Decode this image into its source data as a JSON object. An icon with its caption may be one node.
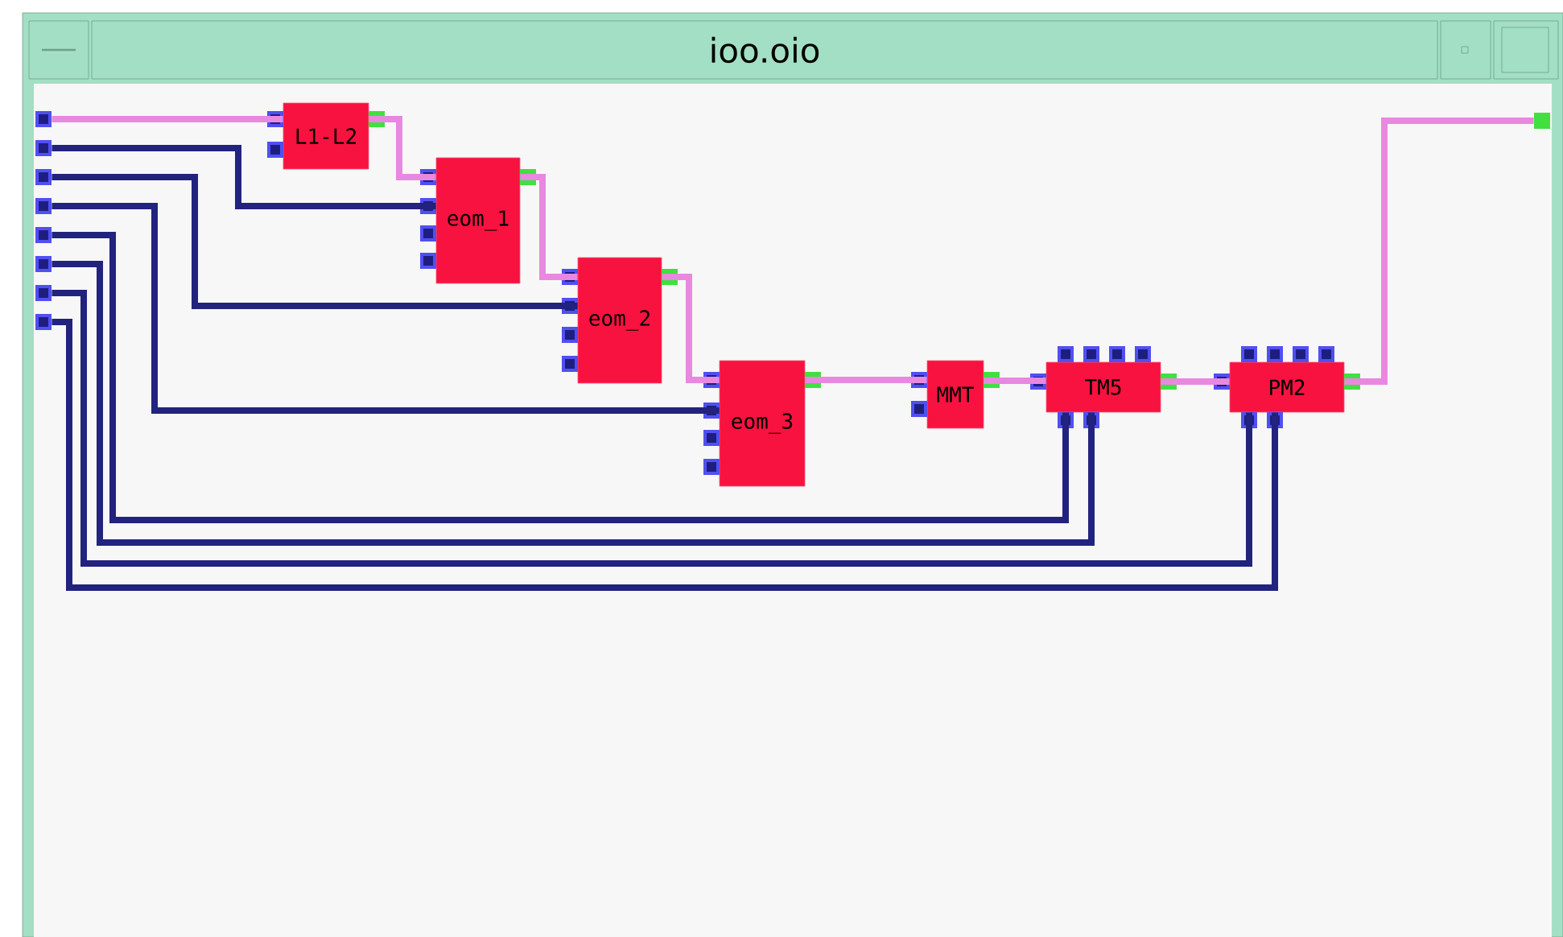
{
  "diagram": {
    "title": "ioo.oio",
    "nodes": [
      {
        "text": [],
        "shape": "box"
      },
      {
        "text": [],
        "shape": "box"
      },
      {
        "text": [],
        "shape": "box"
      },
      {
        "text": [],
        "shape": "box"
      },
      {
        "text": [],
        "shape": "box"
      },
      {
        "text": [],
        "shape": "box"
      },
      {
        "text": [],
        "shape": "box"
      },
      {
        "text": [],
        "shape": "box"
      },
      {
        "text": [
          "L1-L2"
        ]
      },
      {
        "text": [
          "eom_1"
        ]
      },
      {
        "text": [
          "eom_2"
        ]
      },
      {
        "text": [
          "eom_3"
        ]
      },
      {
        "text": [
          "MMT"
        ]
      },
      {
        "text": [
          "TM5"
        ]
      },
      {
        "text": [
          "PM2"
        ]
      },
      {
        "text": [],
        "shape": "box"
      }
    ],
    "edges": [
      {
        "from": 0,
        "to": 8,
        "arrow": "none",
        "color": "#e888e0"
      },
      {
        "from": 8,
        "to": 9,
        "arrow": "none",
        "color": "#e888e0"
      },
      {
        "from": 9,
        "to": 10,
        "arrow": "none",
        "color": "#e888e0"
      },
      {
        "from": 10,
        "to": 11,
        "arrow": "none",
        "color": "#e888e0"
      },
      {
        "from": 11,
        "to": 12,
        "arrow": "none",
        "color": "#e888e0"
      },
      {
        "from": 12,
        "to": 13,
        "arrow": "none",
        "color": "#e888e0"
      },
      {
        "from": 13,
        "to": 14,
        "arrow": "none",
        "color": "#e888e0"
      },
      {
        "from": 14,
        "to": 15,
        "arrow": "none",
        "color": "#e888e0"
      },
      {
        "from": 1,
        "to": 9,
        "arrow": "none",
        "color": "#22227f"
      },
      {
        "from": 2,
        "to": 10,
        "arrow": "none",
        "color": "#22227f"
      },
      {
        "from": 3,
        "to": 11,
        "arrow": "none",
        "color": "#22227f"
      },
      {
        "from": 4,
        "to": 13,
        "arrow": "none",
        "color": "#22227f"
      },
      {
        "from": 5,
        "to": 13,
        "arrow": "none",
        "color": "#22227f"
      },
      {
        "from": 6,
        "to": 14,
        "arrow": "none",
        "color": "#22227f"
      },
      {
        "from": 7,
        "to": 14,
        "arrow": "none",
        "color": "#22227f"
      }
    ]
  }
}
